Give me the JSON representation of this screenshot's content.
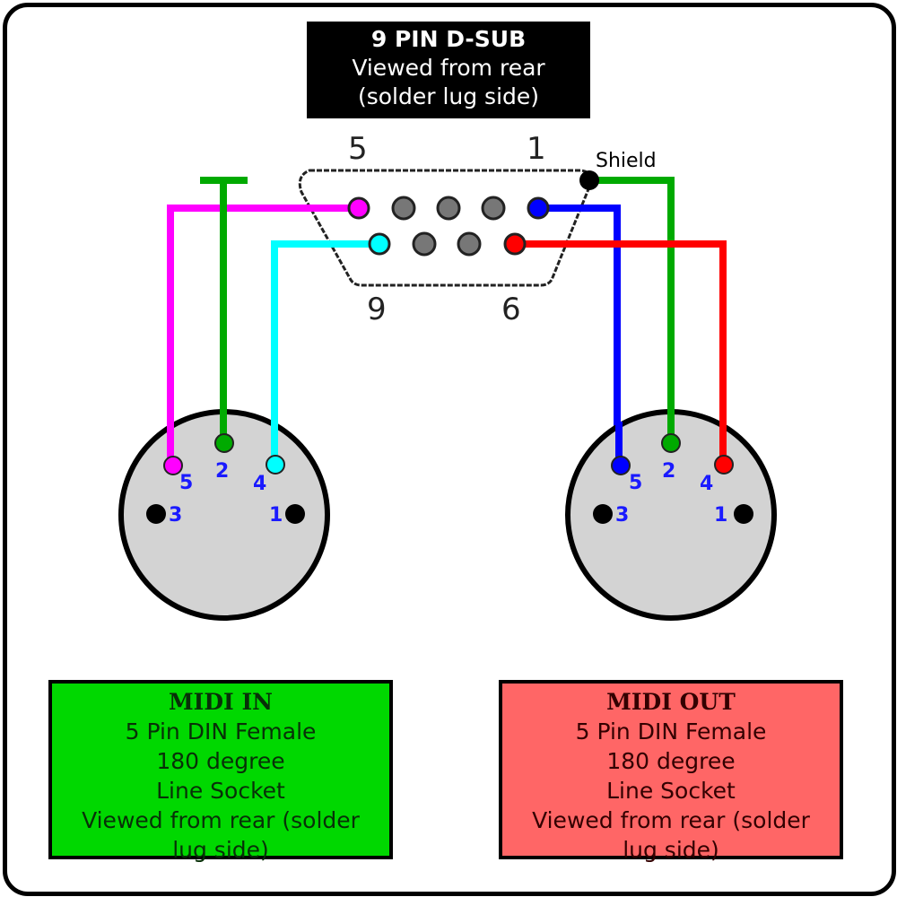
{
  "dsub": {
    "title": "9 PIN D-SUB",
    "subtitle_line1": "Viewed from rear",
    "subtitle_line2": "(solder lug side)",
    "corner_labels": {
      "top_left": "5",
      "top_right": "1",
      "bottom_left": "9",
      "bottom_right": "6"
    },
    "shield_label": "Shield"
  },
  "midi_in": {
    "title": "MIDI IN",
    "lines": [
      "5 Pin DIN Female",
      "180 degree",
      "Line Socket",
      "Viewed from rear (solder",
      "lug side)"
    ],
    "pin_labels": {
      "p5": "5",
      "p2": "2",
      "p4": "4",
      "p3": "3",
      "p1": "1"
    },
    "box_color": "#00d800"
  },
  "midi_out": {
    "title": "MIDI OUT",
    "lines": [
      "5 Pin DIN Female",
      "180 degree",
      "Line Socket",
      "Viewed from rear (solder",
      "lug side)"
    ],
    "pin_labels": {
      "p5": "5",
      "p2": "2",
      "p4": "4",
      "p3": "3",
      "p1": "1"
    },
    "box_color": "#ff6666"
  },
  "wires": [
    {
      "from": "D-SUB pin 5",
      "to": "MIDI IN pin 5",
      "color": "#ff00ff"
    },
    {
      "from": "ground stub",
      "to": "MIDI IN pin 2",
      "color": "#00aa00"
    },
    {
      "from": "D-SUB pin 9",
      "to": "MIDI IN pin 4",
      "color": "#00ffff"
    },
    {
      "from": "D-SUB pin 1",
      "to": "MIDI OUT pin 5",
      "color": "#0000ff"
    },
    {
      "from": "Shield",
      "to": "MIDI OUT pin 2",
      "color": "#00aa00"
    },
    {
      "from": "D-SUB pin 6",
      "to": "MIDI OUT pin 4",
      "color": "#ff0000"
    }
  ]
}
